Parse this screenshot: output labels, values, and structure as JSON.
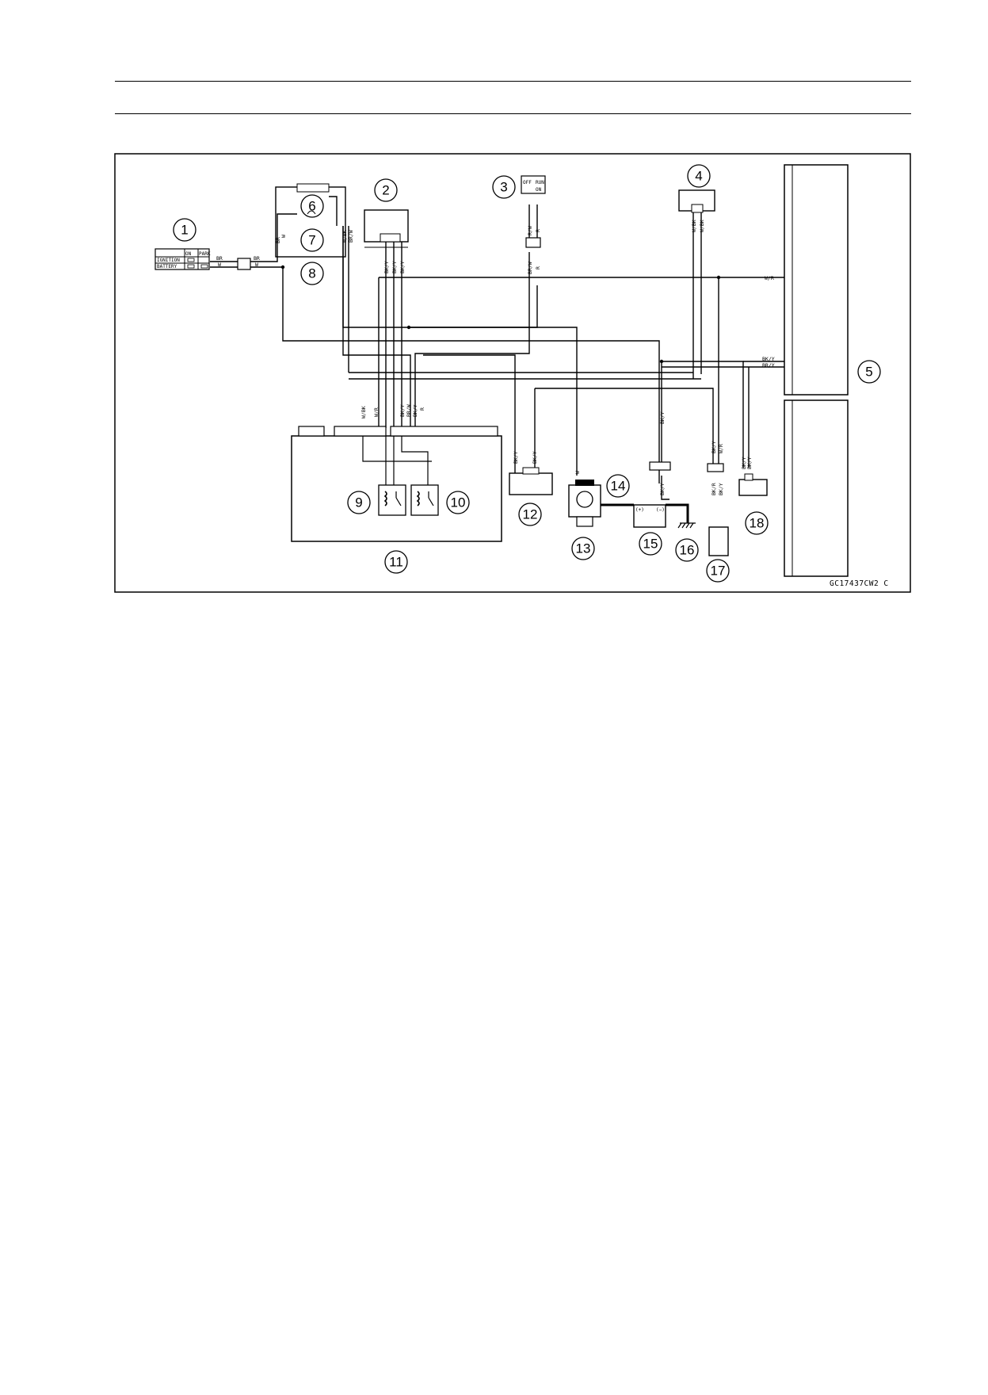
{
  "callouts": [
    "1",
    "2",
    "3",
    "4",
    "5",
    "6",
    "7",
    "8",
    "9",
    "10",
    "11",
    "12",
    "13",
    "14",
    "15",
    "16",
    "17",
    "18"
  ],
  "switch_table": {
    "header": [
      "ON",
      "PARK"
    ],
    "rows": [
      "IGNITION",
      "BATTERY"
    ]
  },
  "switch3_labels": [
    "OFF",
    "RUN",
    "ON"
  ],
  "battery_terminals": [
    "(+)",
    "(−)"
  ],
  "wire_codes": {
    "br": "BR",
    "w": "W",
    "w_bk": "W/BK",
    "br_w": "BR/W",
    "w_r": "W/R",
    "bk_y": "BK/Y",
    "br_y": "BR/Y",
    "r_w": "R/W",
    "r": "R",
    "bk_r": "BK/R"
  },
  "figure_code": "GC17437CW2  C"
}
